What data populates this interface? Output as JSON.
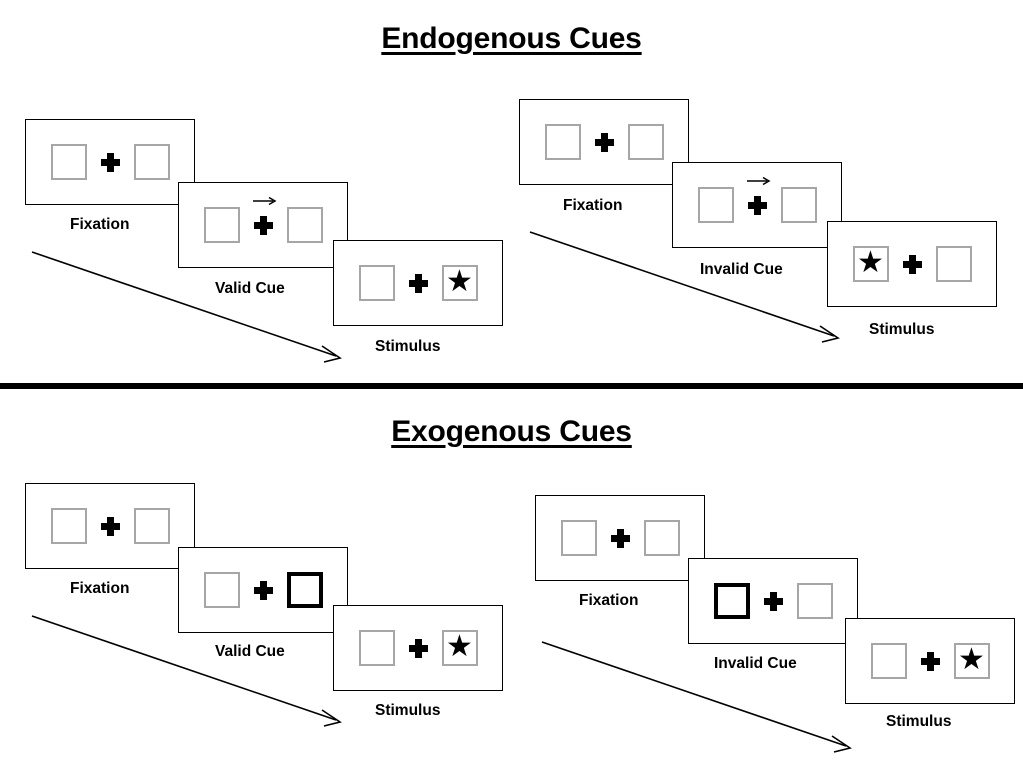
{
  "figure": {
    "sections": [
      {
        "id": "endogenous",
        "title": "Endogenous Cues",
        "conditions": [
          {
            "id": "endogenous-valid",
            "name": "valid",
            "frames": [
              {
                "id": "endogenous-valid-fixation",
                "caption": "Fixation",
                "cue_type": "none",
                "left_box": {
                  "border": "gray",
                  "content": "empty"
                },
                "center": {
                  "cross": true,
                  "arrow": "none"
                },
                "right_box": {
                  "border": "gray",
                  "content": "empty"
                }
              },
              {
                "id": "endogenous-valid-cue",
                "caption": "Valid Cue",
                "cue_type": "central-arrow",
                "left_box": {
                  "border": "gray",
                  "content": "empty"
                },
                "center": {
                  "cross": true,
                  "arrow": "right"
                },
                "right_box": {
                  "border": "gray",
                  "content": "empty"
                }
              },
              {
                "id": "endogenous-valid-stimulus",
                "caption": "Stimulus",
                "cue_type": "none",
                "left_box": {
                  "border": "gray",
                  "content": "empty"
                },
                "center": {
                  "cross": true,
                  "arrow": "none"
                },
                "right_box": {
                  "border": "gray",
                  "content": "star"
                }
              }
            ]
          },
          {
            "id": "endogenous-invalid",
            "name": "invalid",
            "frames": [
              {
                "id": "endogenous-invalid-fixation",
                "caption": "Fixation",
                "cue_type": "none",
                "left_box": {
                  "border": "gray",
                  "content": "empty"
                },
                "center": {
                  "cross": true,
                  "arrow": "none"
                },
                "right_box": {
                  "border": "gray",
                  "content": "empty"
                }
              },
              {
                "id": "endogenous-invalid-cue",
                "caption": "Invalid Cue",
                "cue_type": "central-arrow",
                "left_box": {
                  "border": "gray",
                  "content": "empty"
                },
                "center": {
                  "cross": true,
                  "arrow": "right"
                },
                "right_box": {
                  "border": "gray",
                  "content": "empty"
                }
              },
              {
                "id": "endogenous-invalid-stimulus",
                "caption": "Stimulus",
                "cue_type": "none",
                "left_box": {
                  "border": "gray",
                  "content": "star"
                },
                "center": {
                  "cross": true,
                  "arrow": "none"
                },
                "right_box": {
                  "border": "gray",
                  "content": "empty"
                }
              }
            ]
          }
        ]
      },
      {
        "id": "exogenous",
        "title": "Exogenous Cues",
        "conditions": [
          {
            "id": "exogenous-valid",
            "name": "valid",
            "frames": [
              {
                "id": "exogenous-valid-fixation",
                "caption": "Fixation",
                "cue_type": "none",
                "left_box": {
                  "border": "gray",
                  "content": "empty"
                },
                "center": {
                  "cross": true,
                  "arrow": "none"
                },
                "right_box": {
                  "border": "gray",
                  "content": "empty"
                }
              },
              {
                "id": "exogenous-valid-cue",
                "caption": "Valid Cue",
                "cue_type": "peripheral-box",
                "left_box": {
                  "border": "gray",
                  "content": "empty"
                },
                "center": {
                  "cross": true,
                  "arrow": "none"
                },
                "right_box": {
                  "border": "bold-black",
                  "content": "empty"
                }
              },
              {
                "id": "exogenous-valid-stimulus",
                "caption": "Stimulus",
                "cue_type": "none",
                "left_box": {
                  "border": "gray",
                  "content": "empty"
                },
                "center": {
                  "cross": true,
                  "arrow": "none"
                },
                "right_box": {
                  "border": "gray",
                  "content": "star"
                }
              }
            ]
          },
          {
            "id": "exogenous-invalid",
            "name": "invalid",
            "frames": [
              {
                "id": "exogenous-invalid-fixation",
                "caption": "Fixation",
                "cue_type": "none",
                "left_box": {
                  "border": "gray",
                  "content": "empty"
                },
                "center": {
                  "cross": true,
                  "arrow": "none"
                },
                "right_box": {
                  "border": "gray",
                  "content": "empty"
                }
              },
              {
                "id": "exogenous-invalid-cue",
                "caption": "Invalid Cue",
                "cue_type": "peripheral-box",
                "left_box": {
                  "border": "bold-black",
                  "content": "empty"
                },
                "center": {
                  "cross": true,
                  "arrow": "none"
                },
                "right_box": {
                  "border": "gray",
                  "content": "empty"
                }
              },
              {
                "id": "exogenous-invalid-stimulus",
                "caption": "Stimulus",
                "cue_type": "none",
                "left_box": {
                  "border": "gray",
                  "content": "empty"
                },
                "center": {
                  "cross": true,
                  "arrow": "none"
                },
                "right_box": {
                  "border": "gray",
                  "content": "star"
                }
              }
            ]
          }
        ]
      }
    ],
    "symbols": {
      "star": "★",
      "cue_arrow_direction": "right",
      "time_arrow_meaning": "time"
    },
    "colors": {
      "background": "#ffffff",
      "stroke": "#000000",
      "box_border": "#a6a6a6",
      "cued_box_border": "#000000",
      "divider": "#000000"
    }
  }
}
